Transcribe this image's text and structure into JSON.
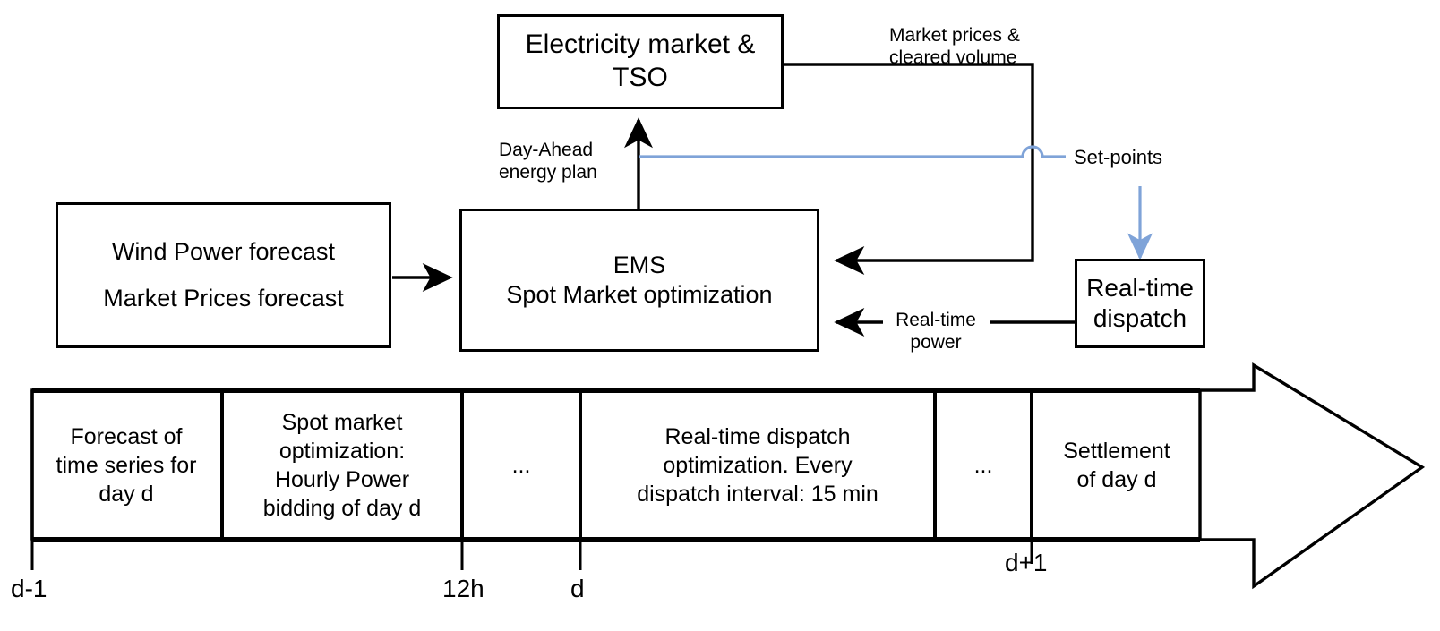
{
  "diagram": {
    "title": "Day-ahead and real-time energy management workflow",
    "colors": {
      "line": "#000000",
      "setpoint_blue": "#7FA3D8",
      "background": "#FFFFFF"
    }
  },
  "blocks": {
    "market": {
      "lines": [
        "Electricity market &",
        "TSO"
      ]
    },
    "forecast": {
      "lines": [
        "Wind Power forecast",
        "Market Prices forecast"
      ]
    },
    "ems": {
      "lines": [
        "EMS",
        "Spot Market optimization"
      ]
    },
    "dispatch": {
      "lines": [
        "Real-time",
        "dispatch"
      ]
    }
  },
  "edge_labels": {
    "market_prices": [
      "Market prices &",
      "cleared volume"
    ],
    "day_ahead": [
      "Day-Ahead",
      "energy plan"
    ],
    "set_points": "Set-points",
    "real_time_power": "Real-time power"
  },
  "timeline": {
    "cells": [
      {
        "id": "forecast",
        "lines": [
          "Forecast of",
          "time series for",
          "day d"
        ]
      },
      {
        "id": "spot-market",
        "lines": [
          "Spot market",
          "optimization:",
          "Hourly Power",
          "bidding of day d"
        ]
      },
      {
        "id": "gap-1",
        "lines": [
          "..."
        ]
      },
      {
        "id": "real-time-dispatch",
        "lines": [
          "Real-time dispatch",
          "optimization. Every",
          "dispatch interval: 15 min"
        ]
      },
      {
        "id": "gap-2",
        "lines": [
          "..."
        ]
      },
      {
        "id": "settlement",
        "lines": [
          "Settlement",
          "of day d"
        ]
      }
    ],
    "ticks": [
      {
        "id": "d-minus-1",
        "label": "d-1"
      },
      {
        "id": "twelve-hours",
        "label": "12h"
      },
      {
        "id": "d",
        "label": "d"
      },
      {
        "id": "d-plus-1",
        "label": "d+1"
      }
    ]
  }
}
